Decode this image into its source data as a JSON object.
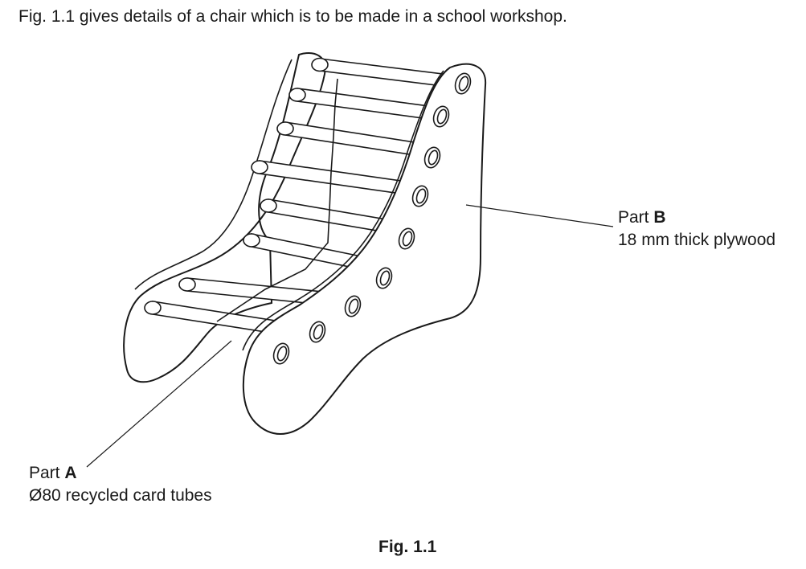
{
  "intro_text": "Fig. 1.1 gives details of a chair which is to be made in a school workshop.",
  "part_b": {
    "prefix": "Part ",
    "letter": "B",
    "description": "18 mm thick plywood"
  },
  "part_a": {
    "prefix": "Part ",
    "letter": "A",
    "description": "Ø80 recycled card tubes"
  },
  "caption": "Fig. 1.1"
}
